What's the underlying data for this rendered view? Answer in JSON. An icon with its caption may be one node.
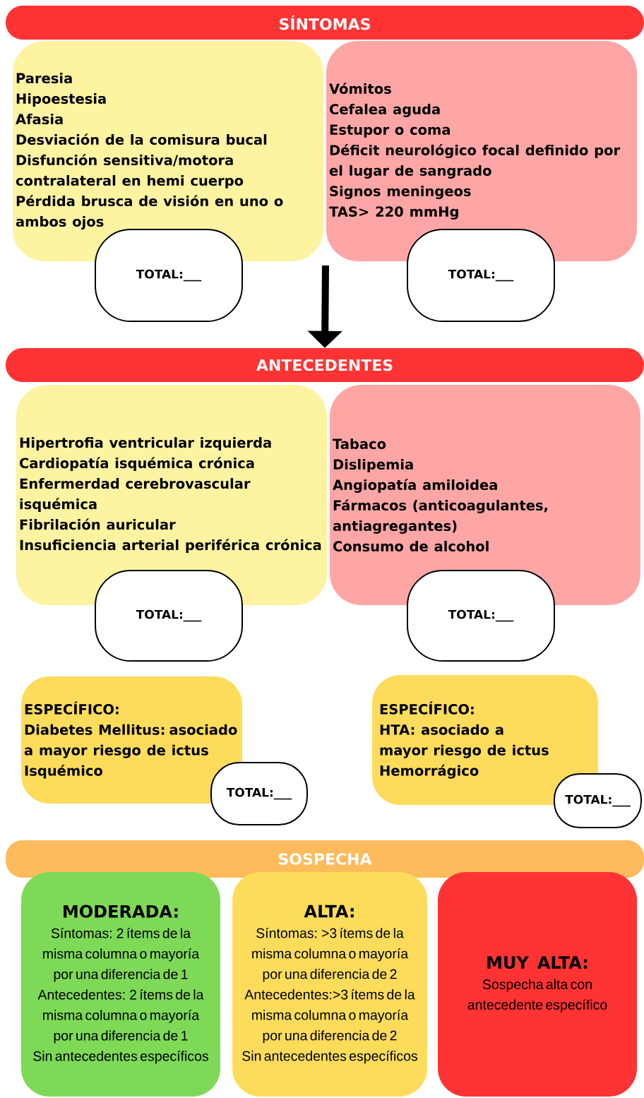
{
  "diagram": {
    "nodes": [
      {
        "text": [
          "SÍNTOMAS"
        ]
      },
      {
        "text": [
          "Paresia",
          "Hipoestesia",
          "Afasia",
          "Desviación de la comisura bucal",
          "Disfunción sensitiva/motora contralateral en hemi cuerpo",
          "Pérdida brusca de visión en uno o ambos ojos"
        ]
      },
      {
        "text": [
          "TOTAL:___"
        ]
      },
      {
        "text": [
          "Vómitos",
          "Cefalea aguda",
          "Estupor o coma",
          "Déficit neurológico focal definido por el lugar de sangrado",
          "Signos meningeos",
          "TAS> 220 mmHg"
        ]
      },
      {
        "text": [
          "TOTAL:___"
        ]
      },
      {
        "text": [
          "ANTECEDENTES"
        ]
      },
      {
        "text": [
          "Hipertrofia ventricular izquierda",
          "Cardiopatía isquémica crónica",
          "Enfermerdad cerebrovascular isquémica",
          "Fibrilación auricular",
          "Insuficiencia arterial periférica crónica"
        ]
      },
      {
        "text": [
          "TOTAL:___"
        ]
      },
      {
        "text": [
          "Tabaco",
          "Dislipemia",
          "Angiopatía amiloidea",
          "Fármacos (anticoagulantes, antiagregantes)",
          "Consumo de alcohol"
        ]
      },
      {
        "text": [
          "TOTAL:___"
        ]
      },
      {
        "text": [
          "ESPECÍFICO:",
          "Diabetes Mellitus: asociado a mayor riesgo de ictus Isquémico"
        ]
      },
      {
        "text": [
          "TOTAL:___"
        ]
      },
      {
        "text": [
          "ESPECÍFICO:",
          "HTA: asociado a mayor riesgo de ictus Hemorrágico"
        ]
      },
      {
        "text": [
          "TOTAL:___"
        ]
      },
      {
        "text": [
          "SOSPECHA"
        ]
      },
      {
        "text": [
          "MODERADA:",
          "Síntomas: 2 ítems de la misma columna o mayoría por una diferencia de 1",
          "Antecedentes: 2 ítems de la misma columna o mayoría por una diferencia de 1",
          "Sin antecedentes específicos"
        ]
      },
      {
        "text": [
          "ALTA:",
          "Síntomas: >3 ítems de la misma columna o mayoría por una diferencia de 2",
          "Antecedentes:>3 ítems de la misma columna o mayoría por una diferencia de 2",
          "Sin antecedentes específicos"
        ]
      },
      {
        "text": [
          "MUY ALTA:",
          "Sospecha alta con antecedente específico"
        ]
      }
    ],
    "edges": [
      {
        "from": null,
        "to": 5,
        "arrow": "to"
      }
    ]
  }
}
